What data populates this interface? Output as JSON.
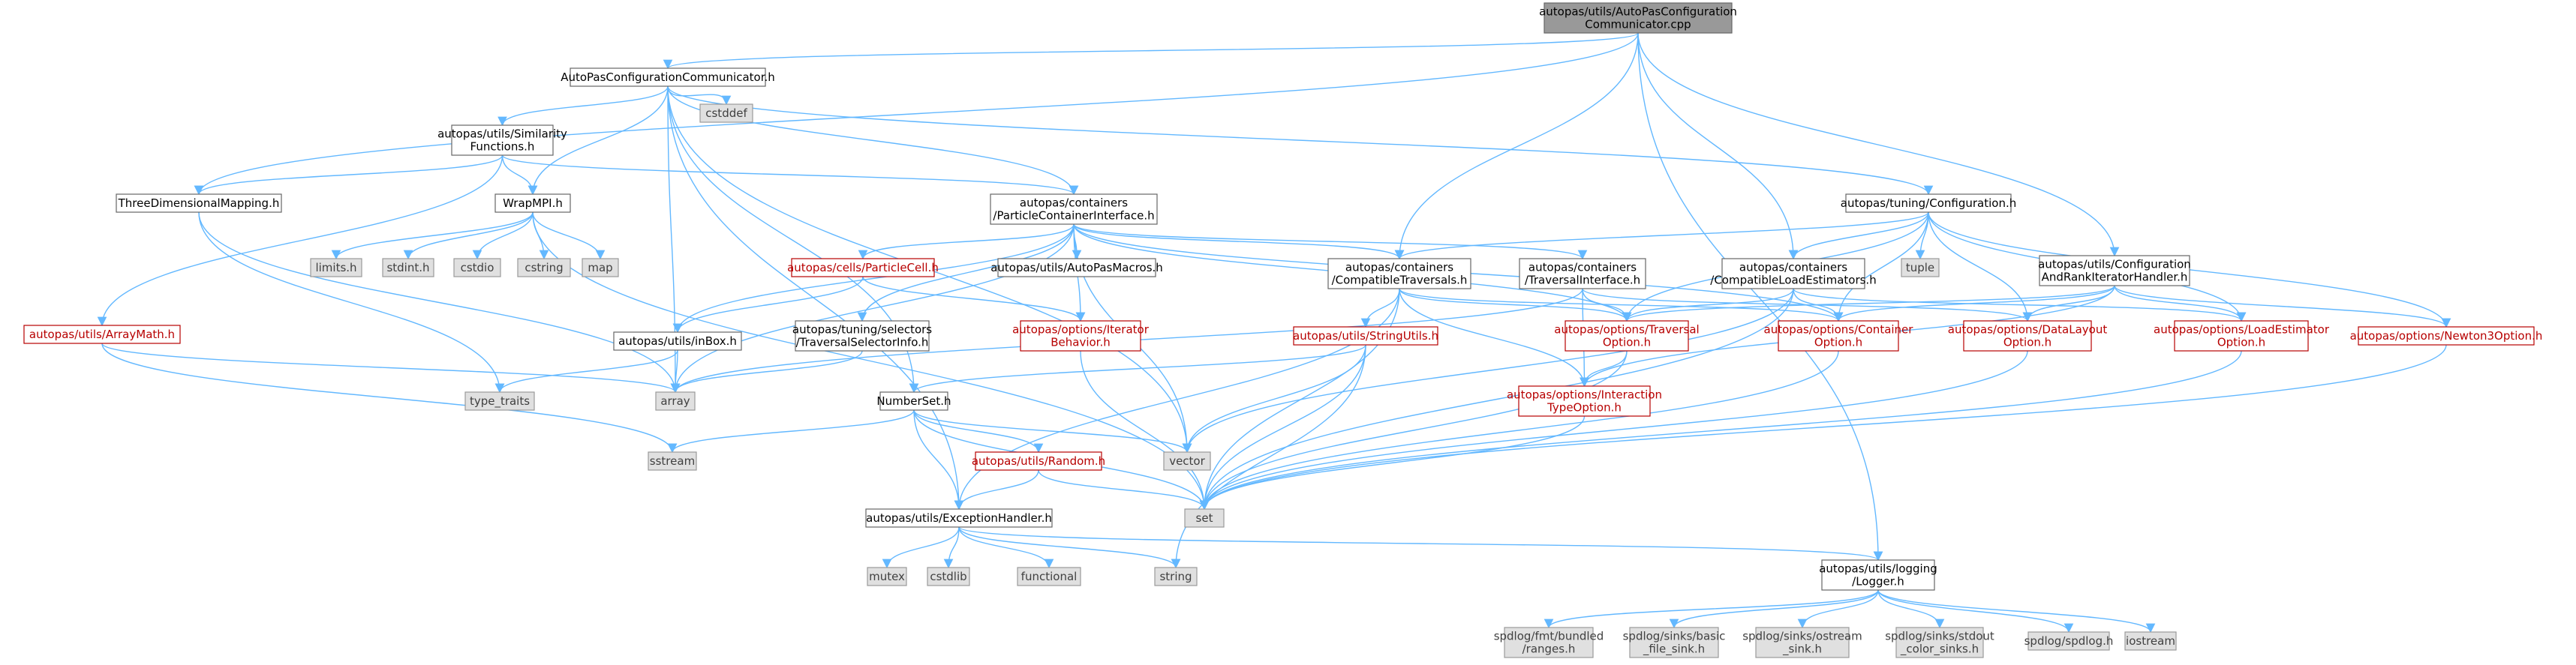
{
  "colors": {
    "edge": "#63b8ff",
    "node_border": "#666666",
    "external_fill": "#e0e0e0",
    "root_fill": "#999999",
    "red_text": "#b70000"
  },
  "nodes": [
    {
      "id": "root",
      "kind": "root",
      "lines": [
        "autopas/utils/AutoPasConfiguration",
        "Communicator.cpp"
      ]
    },
    {
      "id": "acch",
      "kind": "normal",
      "lines": [
        "AutoPasConfigurationCommunicator.h"
      ]
    },
    {
      "id": "cstddef",
      "kind": "system",
      "lines": [
        "cstddef"
      ]
    },
    {
      "id": "simfunc",
      "kind": "normal",
      "lines": [
        "autopas/utils/Similarity",
        "Functions.h"
      ]
    },
    {
      "id": "threedim",
      "kind": "normal",
      "lines": [
        "ThreeDimensionalMapping.h"
      ]
    },
    {
      "id": "arraymath",
      "kind": "red",
      "lines": [
        "autopas/utils/ArrayMath.h"
      ]
    },
    {
      "id": "wrapmpi",
      "kind": "normal",
      "lines": [
        "WrapMPI.h"
      ]
    },
    {
      "id": "limits",
      "kind": "system",
      "lines": [
        "limits.h"
      ]
    },
    {
      "id": "stdint",
      "kind": "system",
      "lines": [
        "stdint.h"
      ]
    },
    {
      "id": "cstdio",
      "kind": "system",
      "lines": [
        "cstdio"
      ]
    },
    {
      "id": "cstring",
      "kind": "system",
      "lines": [
        "cstring"
      ]
    },
    {
      "id": "map",
      "kind": "system",
      "lines": [
        "map"
      ]
    },
    {
      "id": "pci",
      "kind": "normal",
      "lines": [
        "autopas/containers",
        "/ParticleContainerInterface.h"
      ]
    },
    {
      "id": "particlecell",
      "kind": "red",
      "lines": [
        "autopas/cells/ParticleCell.h"
      ]
    },
    {
      "id": "macros",
      "kind": "normal",
      "lines": [
        "autopas/utils/AutoPasMacros.h"
      ]
    },
    {
      "id": "inbox",
      "kind": "normal",
      "lines": [
        "autopas/utils/inBox.h"
      ]
    },
    {
      "id": "tsinfo",
      "kind": "normal",
      "lines": [
        "autopas/tuning/selectors",
        "/TraversalSelectorInfo.h"
      ]
    },
    {
      "id": "iterbehavior",
      "kind": "red",
      "lines": [
        "autopas/options/Iterator",
        "Behavior.h"
      ]
    },
    {
      "id": "typetraits",
      "kind": "system",
      "lines": [
        "type_traits"
      ]
    },
    {
      "id": "array",
      "kind": "system",
      "lines": [
        "array"
      ]
    },
    {
      "id": "config",
      "kind": "normal",
      "lines": [
        "autopas/tuning/Configuration.h"
      ]
    },
    {
      "id": "tuple",
      "kind": "system",
      "lines": [
        "tuple"
      ]
    },
    {
      "id": "comptrav",
      "kind": "normal",
      "lines": [
        "autopas/containers",
        "/CompatibleTraversals.h"
      ]
    },
    {
      "id": "travif",
      "kind": "normal",
      "lines": [
        "autopas/containers",
        "/TraversalInterface.h"
      ]
    },
    {
      "id": "compload",
      "kind": "normal",
      "lines": [
        "autopas/containers",
        "/CompatibleLoadEstimators.h"
      ]
    },
    {
      "id": "configrank",
      "kind": "normal",
      "lines": [
        "autopas/utils/Configuration",
        "AndRankIteratorHandler.h"
      ]
    },
    {
      "id": "stringutils",
      "kind": "red",
      "lines": [
        "autopas/utils/StringUtils.h"
      ]
    },
    {
      "id": "travopt",
      "kind": "red",
      "lines": [
        "autopas/options/Traversal",
        "Option.h"
      ]
    },
    {
      "id": "contopt",
      "kind": "red",
      "lines": [
        "autopas/options/Container",
        "Option.h"
      ]
    },
    {
      "id": "dlopt",
      "kind": "red",
      "lines": [
        "autopas/options/DataLayout",
        "Option.h"
      ]
    },
    {
      "id": "leopt",
      "kind": "red",
      "lines": [
        "autopas/options/LoadEstimator",
        "Option.h"
      ]
    },
    {
      "id": "n3opt",
      "kind": "red",
      "lines": [
        "autopas/options/Newton3Option.h"
      ]
    },
    {
      "id": "itopt",
      "kind": "red",
      "lines": [
        "autopas/options/Interaction",
        "TypeOption.h"
      ]
    },
    {
      "id": "numberset",
      "kind": "normal",
      "lines": [
        "NumberSet.h"
      ]
    },
    {
      "id": "random",
      "kind": "red",
      "lines": [
        "autopas/utils/Random.h"
      ]
    },
    {
      "id": "sstream",
      "kind": "system",
      "lines": [
        "sstream"
      ]
    },
    {
      "id": "vector",
      "kind": "system",
      "lines": [
        "vector"
      ]
    },
    {
      "id": "set",
      "kind": "system",
      "lines": [
        "set"
      ]
    },
    {
      "id": "exhandler",
      "kind": "normal",
      "lines": [
        "autopas/utils/ExceptionHandler.h"
      ]
    },
    {
      "id": "mutex",
      "kind": "system",
      "lines": [
        "mutex"
      ]
    },
    {
      "id": "cstdlib",
      "kind": "system",
      "lines": [
        "cstdlib"
      ]
    },
    {
      "id": "functional",
      "kind": "system",
      "lines": [
        "functional"
      ]
    },
    {
      "id": "string",
      "kind": "system",
      "lines": [
        "string"
      ]
    },
    {
      "id": "logger",
      "kind": "normal",
      "lines": [
        "autopas/utils/logging",
        "/Logger.h"
      ]
    },
    {
      "id": "fmtranges",
      "kind": "system",
      "lines": [
        "spdlog/fmt/bundled",
        "/ranges.h"
      ]
    },
    {
      "id": "basicfile",
      "kind": "system",
      "lines": [
        "spdlog/sinks/basic",
        "_file_sink.h"
      ]
    },
    {
      "id": "ostreamsink",
      "kind": "system",
      "lines": [
        "spdlog/sinks/ostream",
        "_sink.h"
      ]
    },
    {
      "id": "stdoutsink",
      "kind": "system",
      "lines": [
        "spdlog/sinks/stdout",
        "_color_sinks.h"
      ]
    },
    {
      "id": "spdlog",
      "kind": "system",
      "lines": [
        "spdlog/spdlog.h"
      ]
    },
    {
      "id": "iostream",
      "kind": "system",
      "lines": [
        "iostream"
      ]
    }
  ]
}
